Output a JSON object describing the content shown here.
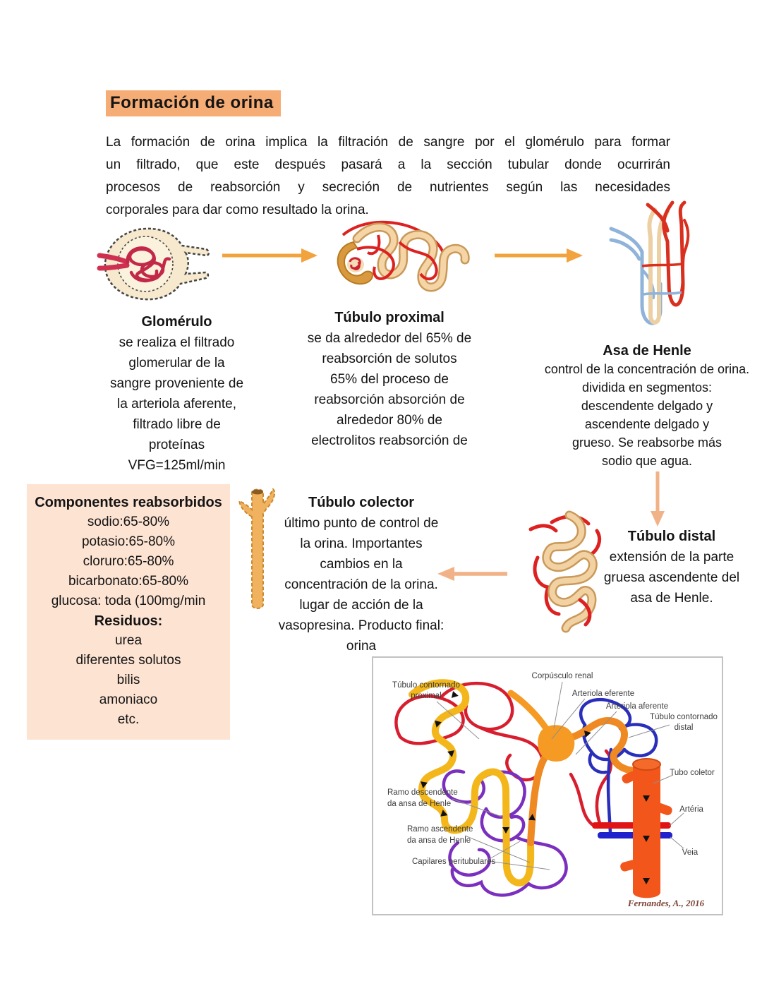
{
  "title": "Formación de orina",
  "intro": {
    "line1": "La formación de orina implica la filtración de sangre por el glomérulo para formar",
    "line2": "un filtrado, que este después pasará a la sección tubular donde ocurrirán",
    "line3": "procesos de reabsorción y secreción de nutrientes según las necesidades",
    "line4": "corporales para dar como resultado la orina."
  },
  "blocks": {
    "glomerulo": {
      "heading": "Glomérulo",
      "lines": [
        "se realiza el filtrado",
        "glomerular de la",
        "sangre proveniente de",
        "la arteriola aferente,",
        "filtrado libre de",
        "proteínas",
        "VFG=125ml/min"
      ]
    },
    "tubulo_proximal": {
      "heading": "Túbulo proximal",
      "lines": [
        "se da alrededor del 65% de",
        "reabsorción de solutos",
        "65% del proceso de",
        "reabsorción absorción de",
        "alrededor 80% de",
        "electrolitos reabsorción de"
      ]
    },
    "asa_de_henle": {
      "heading": "Asa de Henle",
      "lines": [
        "control de la concentración de orina.",
        "dividida en segmentos:",
        "descendente delgado y",
        "ascendente delgado y",
        "grueso. Se reabsorbe más",
        "sodio que agua."
      ]
    },
    "componentes": {
      "heading": "Componentes reabsorbidos",
      "items": [
        "sodio:65-80%",
        "potasio:65-80%",
        "cloruro:65-80%",
        "bicarbonato:65-80%",
        "glucosa: toda (100mg/min"
      ],
      "residuos_heading": "Residuos:",
      "residuos_items": [
        "urea",
        "diferentes solutos",
        "bilis",
        "amoniaco",
        "etc."
      ]
    },
    "tubulo_colector": {
      "heading": "Túbulo colector",
      "lines": [
        "último punto de control de",
        "la orina. Importantes",
        "cambios en la",
        "concentración de la orina.",
        "lugar de acción de la",
        "vasopresina. Producto final:",
        "orina"
      ]
    },
    "tubulo_distal": {
      "heading": "Túbulo distal",
      "lines": [
        "extensión de la parte",
        "gruesa ascendente del",
        "asa de Henle."
      ]
    }
  },
  "diagram": {
    "labels": {
      "tcp1": "Túbulo contornado",
      "tcp2": "proximal",
      "corpusculo": "Corpúsculo renal",
      "arteriola_eferente": "Arteriola eferente",
      "arteriola_aferente": "Arteriola aferente",
      "tcd1": "Túbulo contornado",
      "tcd2": "distal",
      "tubo_coletor": "Tubo coletor",
      "ramo_desc1": "Ramo descendente",
      "ramo_desc2": "da ansa de Henle",
      "ramo_asc1": "Ramo ascendente",
      "ramo_asc2": "da ansa de Henle",
      "capilares": "Capilares peritubulares",
      "arteria": "Artéria",
      "veia": "Veia",
      "credit": "Fernandes, A., 2016"
    }
  },
  "colors": {
    "title_highlight": "#f6ac75",
    "components_box_bg": "#fde3d2",
    "flow_arrow_orange": "#f3a33d",
    "flow_arrow_peach": "#f1b287"
  }
}
